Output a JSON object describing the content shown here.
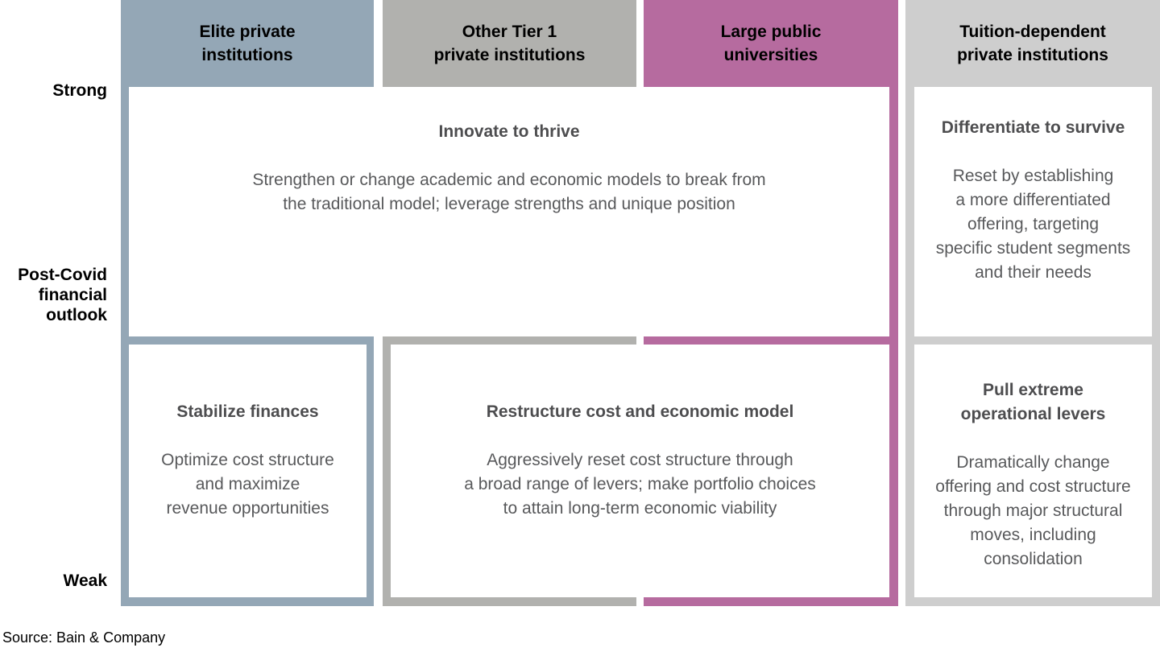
{
  "figure": {
    "type": "matrix-diagram",
    "columns": {
      "elite": {
        "label": "Elite private\ninstitutions",
        "color": "#94a7b6"
      },
      "tier1": {
        "label": "Other Tier 1\nprivate institutions",
        "color": "#b1b1ae"
      },
      "public": {
        "label": "Large public\nuniversities",
        "color": "#b66b9f"
      },
      "tuition": {
        "label": "Tuition-dependent\nprivate institutions",
        "color": "#cecece"
      }
    },
    "axis": {
      "label_top": "Strong",
      "label_middle": "Post-Covid\nfinancial\noutlook",
      "label_bottom": "Weak"
    },
    "cells": {
      "innovate": {
        "title": "Innovate to thrive",
        "body": "Strengthen or change academic and economic models to break from\nthe traditional model; leverage strengths and unique position"
      },
      "differentiate": {
        "title": "Differentiate to survive",
        "body": "Reset by establishing\na more differentiated\noffering, targeting\nspecific student segments\nand their needs"
      },
      "stabilize": {
        "title": "Stabilize finances",
        "body": "Optimize cost structure\nand maximize\nrevenue opportunities"
      },
      "restructure": {
        "title": "Restructure cost and economic model",
        "body": "Aggressively reset cost structure through\na broad range of levers; make portfolio choices\nto attain long-term economic viability"
      },
      "pull": {
        "title": "Pull extreme\noperational levers",
        "body": "Dramatically change\noffering and cost structure\nthrough major structural\nmoves, including\nconsolidation"
      }
    },
    "source": "Source: Bain & Company",
    "text_colors": {
      "header_text": "#000000",
      "cell_title": "#4d4d4f",
      "cell_body": "#58595b"
    }
  }
}
